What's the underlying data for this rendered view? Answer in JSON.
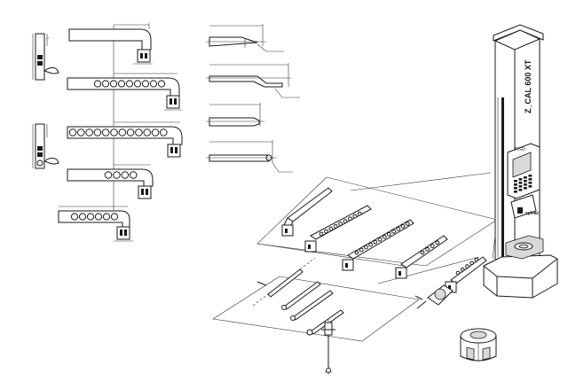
{
  "instrument": {
    "model_label": "Z_CAL 600 XT",
    "brand_label": "sylvac",
    "display_brand": "FISO"
  },
  "parts": {
    "left_probe_arms": 5,
    "profile_views": 4,
    "exploded_arms": 5,
    "stylus_parts": 4,
    "height_gauge": 1,
    "setting_block": 1
  }
}
